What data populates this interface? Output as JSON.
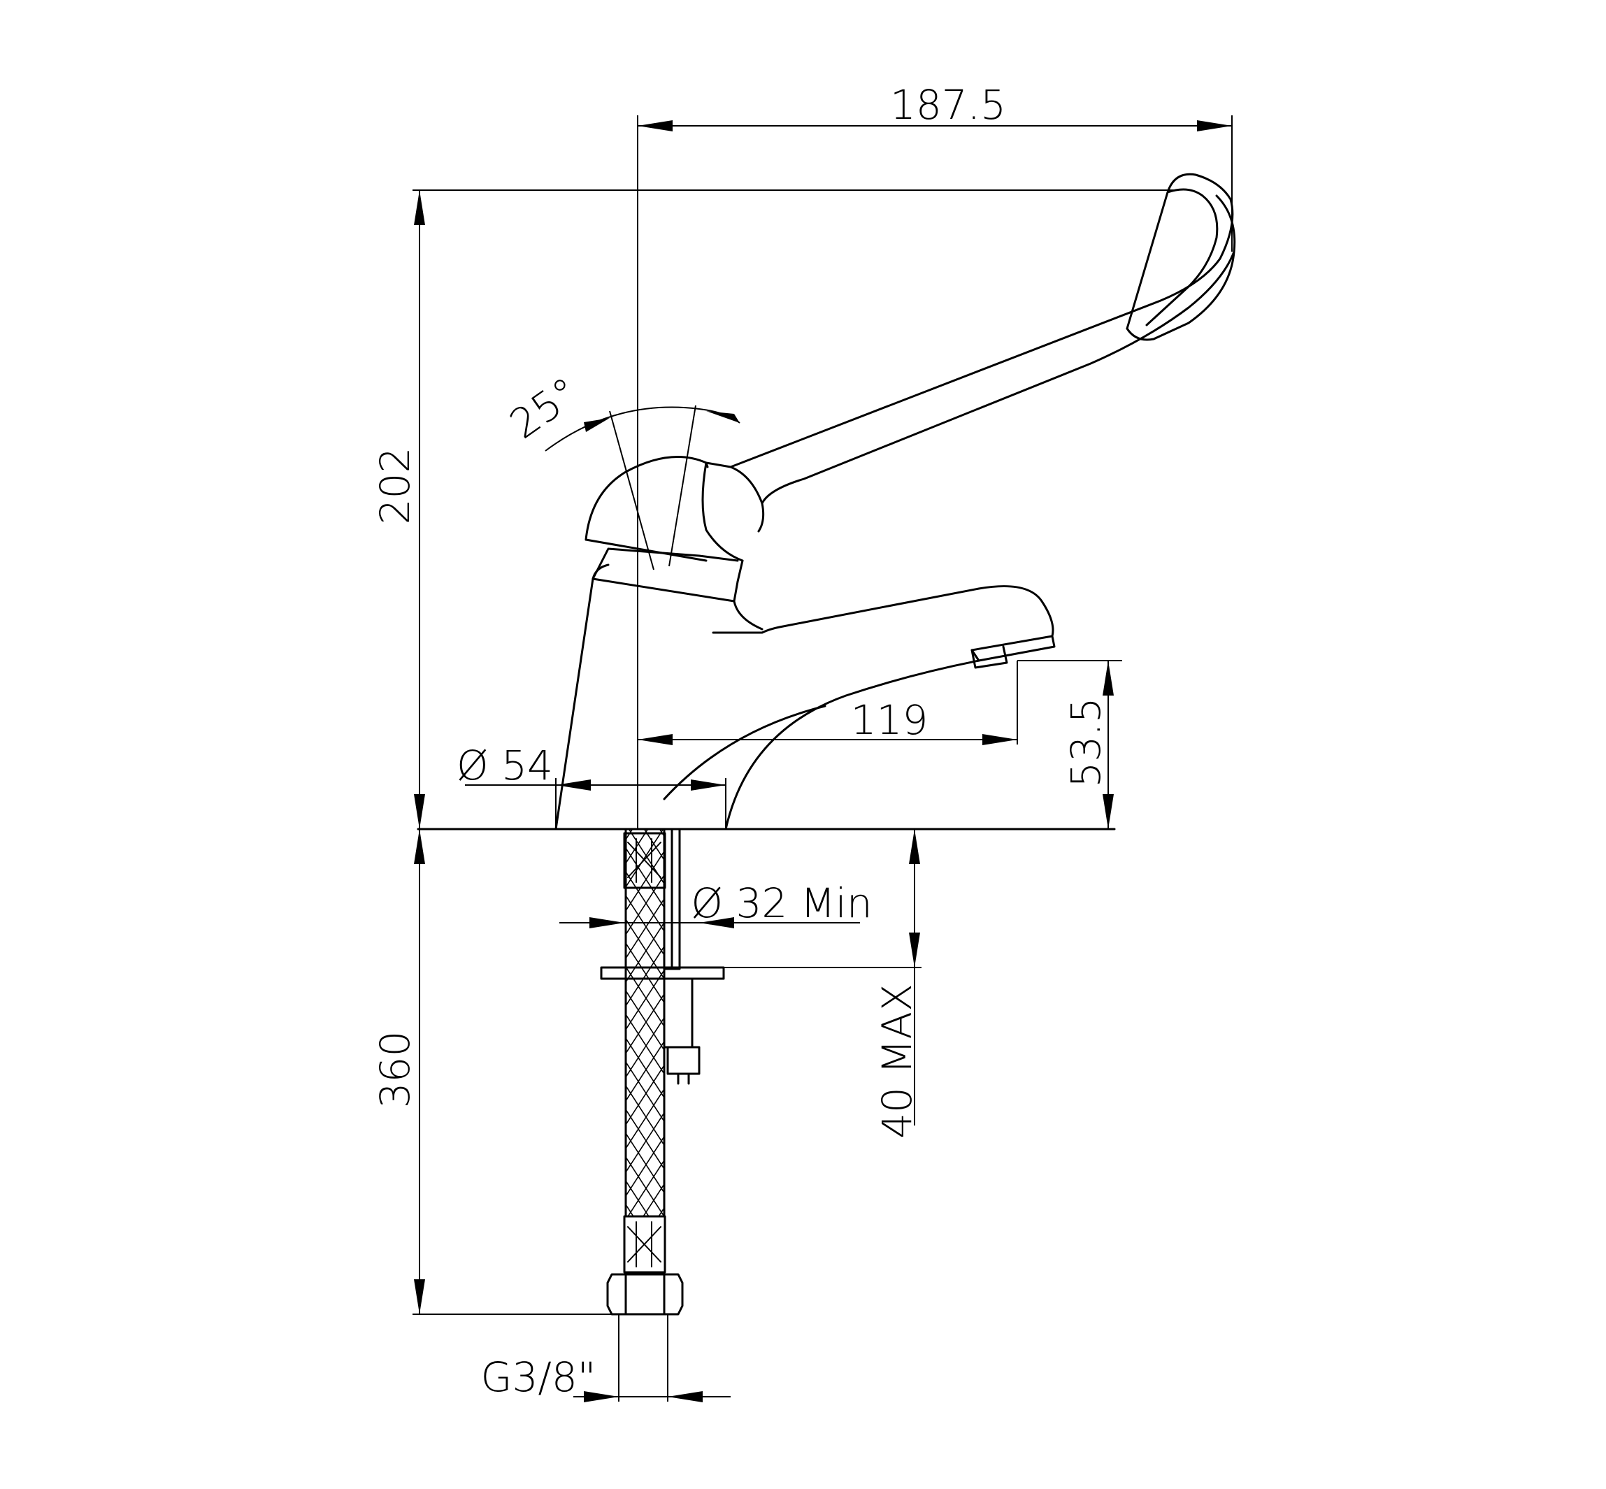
{
  "dimensions": {
    "overall_length": "187.5",
    "overall_height": "202",
    "lever_angle": "25°",
    "spout_reach": "119",
    "spout_height": "53.5",
    "base_diameter": "Ø 54",
    "hole_diameter": "Ø 32  Min",
    "deck_thickness": "40 MAX",
    "hose_length": "360",
    "connection": "G3/8\""
  }
}
